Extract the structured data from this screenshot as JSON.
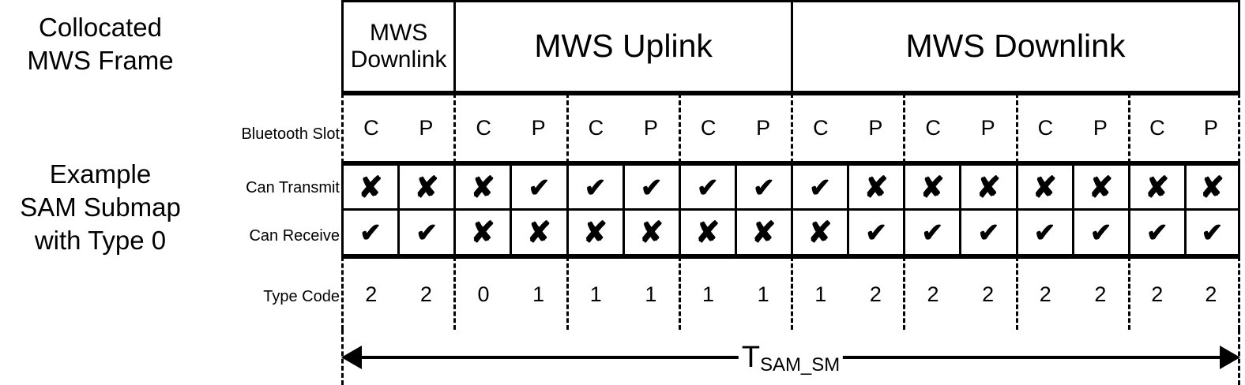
{
  "captions": {
    "frame": "Collocated\nMWS Frame",
    "submap": "Example\nSAM Submap\nwith Type 0"
  },
  "row_labels": {
    "bluetooth_slot": "Bluetooth Slot",
    "can_transmit": "Can Transmit",
    "can_receive": "Can Receive",
    "type_code": "Type Code"
  },
  "mws_frame": {
    "segments": [
      {
        "label": "MWS\nDownlink",
        "pairs": 1,
        "size": "small"
      },
      {
        "label": "MWS Uplink",
        "pairs": 3,
        "size": "large"
      },
      {
        "label": "MWS Downlink",
        "pairs": 4,
        "size": "large"
      }
    ]
  },
  "slot_row": {
    "pair_labels": [
      "C",
      "P"
    ],
    "pair_count": 8
  },
  "glyphs": {
    "yes": "✔",
    "no": "✘"
  },
  "table_data": {
    "slots": [
      "C",
      "P",
      "C",
      "P",
      "C",
      "P",
      "C",
      "P",
      "C",
      "P",
      "C",
      "P",
      "C",
      "P",
      "C",
      "P"
    ],
    "can_transmit": [
      false,
      false,
      false,
      true,
      true,
      true,
      true,
      true,
      true,
      false,
      false,
      false,
      false,
      false,
      false,
      false
    ],
    "can_receive": [
      true,
      true,
      false,
      false,
      false,
      false,
      false,
      false,
      false,
      true,
      true,
      true,
      true,
      true,
      true,
      true
    ],
    "type_code": [
      "2",
      "2",
      "0",
      "1",
      "1",
      "1",
      "1",
      "1",
      "1",
      "2",
      "2",
      "2",
      "2",
      "2",
      "2",
      "2"
    ]
  },
  "duration": {
    "symbol": "T",
    "subscript": "SAM_SM"
  },
  "colors": {
    "ink": "#000000",
    "paper": "#ffffff"
  }
}
